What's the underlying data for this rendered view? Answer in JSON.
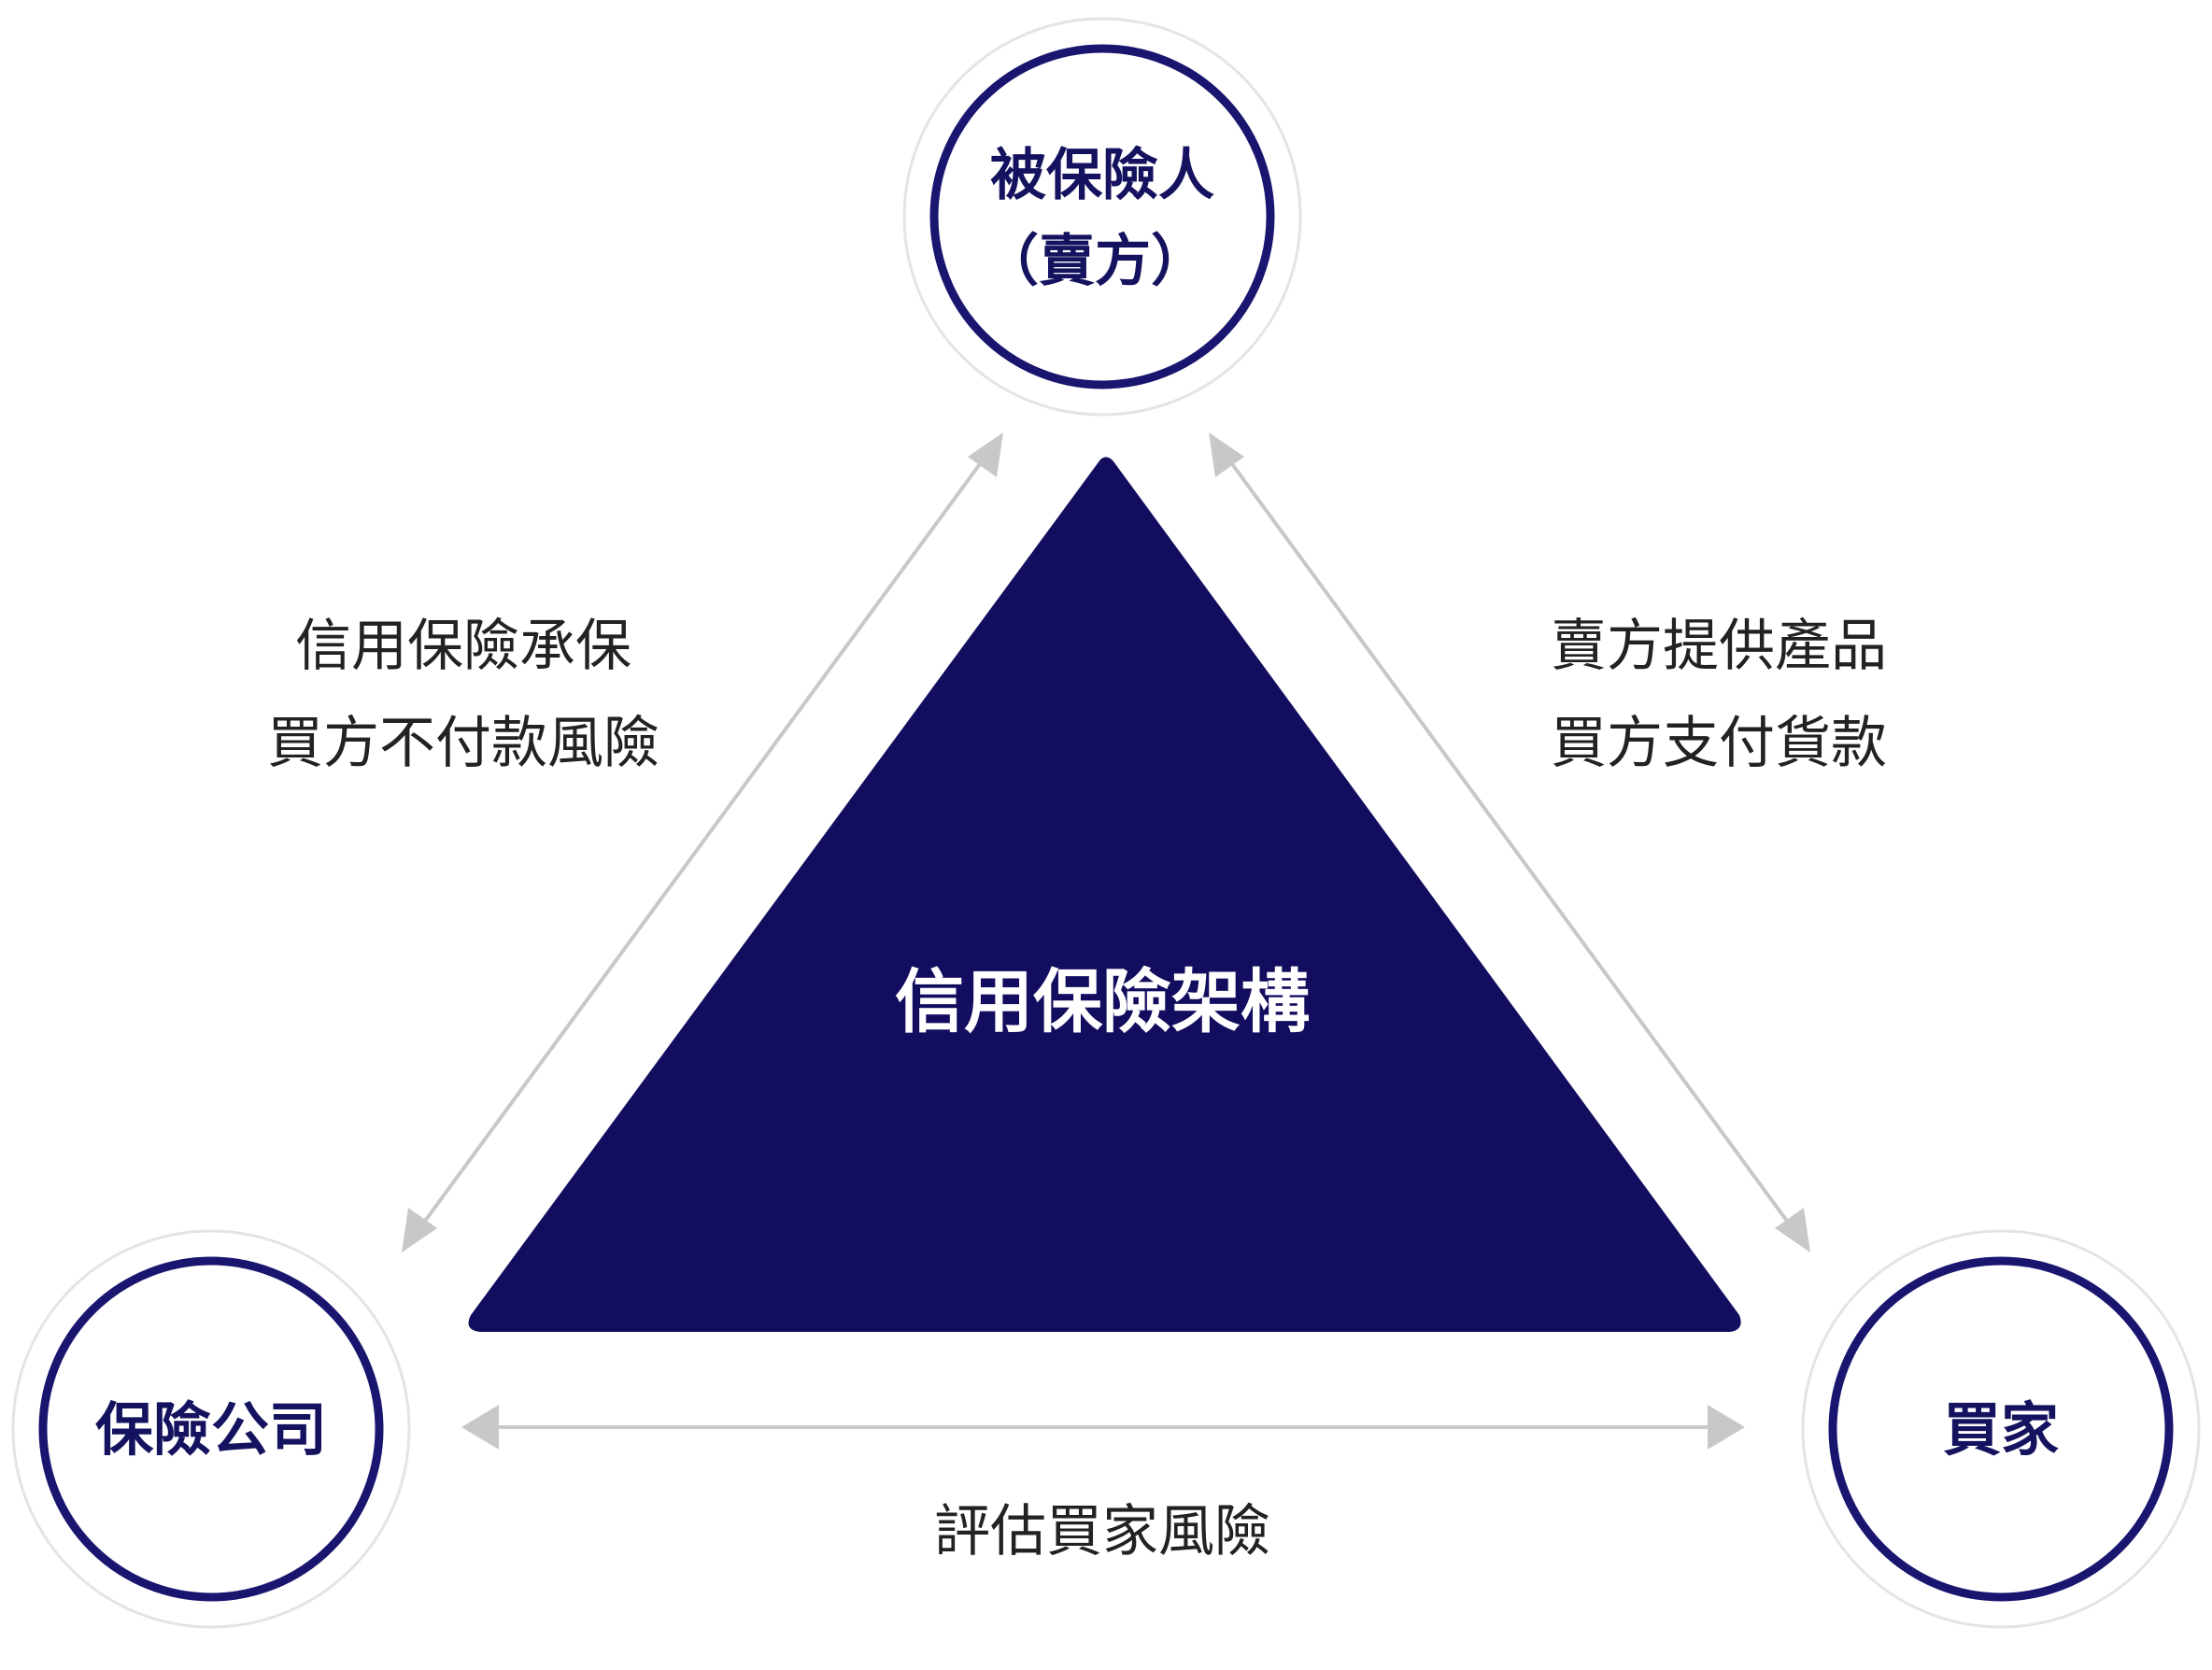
{
  "diagram": {
    "center": {
      "label": "信用保險架構"
    },
    "nodes": {
      "seller": {
        "line1": "被保險人",
        "line2": "（賣方）"
      },
      "insurer": {
        "label": "保險公司"
      },
      "buyer": {
        "label": "買家"
      }
    },
    "edges": {
      "left": {
        "line1": "信用保險承保",
        "line2": "買方不付款風險"
      },
      "right": {
        "line1": "賣方提供產品",
        "line2": "買方支付貨款"
      },
      "bottom": {
        "label": "評估買家風險"
      }
    }
  },
  "colors": {
    "navy": "#120d5e",
    "circle_stroke": "#1a1670",
    "outer_ring": "#e4e4e8",
    "arrow": "#c8c8c8"
  }
}
